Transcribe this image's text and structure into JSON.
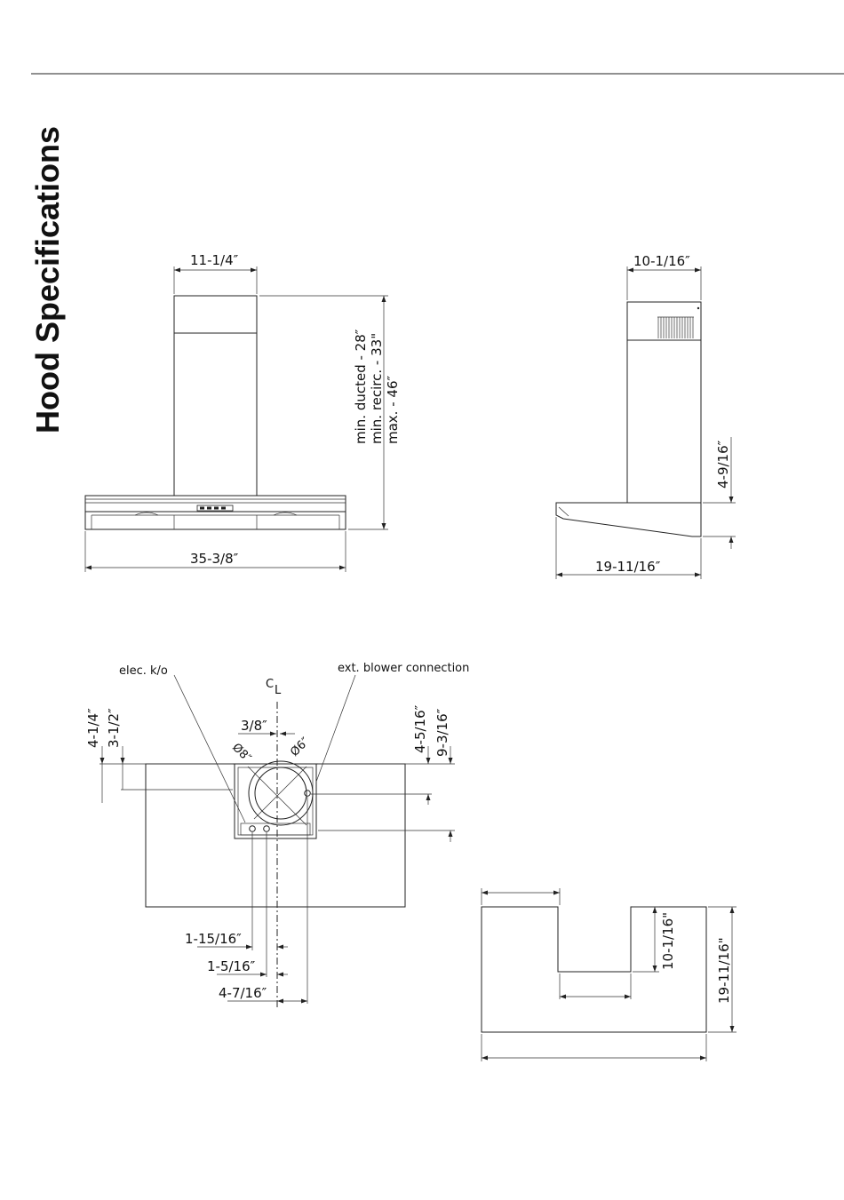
{
  "page": {
    "title": "Hood Specifications"
  },
  "front_view": {
    "chimney_width": "11-1/4″",
    "height_min_ducted": "min. ducted - 28″",
    "height_min_recirc": "min. recirc. - 33\"",
    "height_max": "max. - 46″",
    "hood_width": "35-3/8″"
  },
  "side_view": {
    "chimney_depth": "10-1/16″",
    "canopy_height": "4-9/16″",
    "hood_depth": "19-11/16″"
  },
  "top_view": {
    "elec_ko": "elec. k/o",
    "blower_connection": "ext. blower connection",
    "centerline_c": "C",
    "centerline_l": "L",
    "dim_4_1_4": "4-1/4″",
    "dim_3_1_2": "3-1/2″",
    "dim_3_8": "3/8″",
    "dim_4_5_16": "4-5/16″",
    "dim_9_3_16": "9-3/16″",
    "dia_8": "Ø8″",
    "dia_6": "Ø6″",
    "dim_1_15_16": "1-15/16″",
    "dim_1_5_16": "1-5/16″",
    "dim_4_7_16": "4-7/16″"
  },
  "plan_view": {
    "dim_10_1_16": "10-1/16\"",
    "dim_19_11_16": "19-11/16\""
  }
}
